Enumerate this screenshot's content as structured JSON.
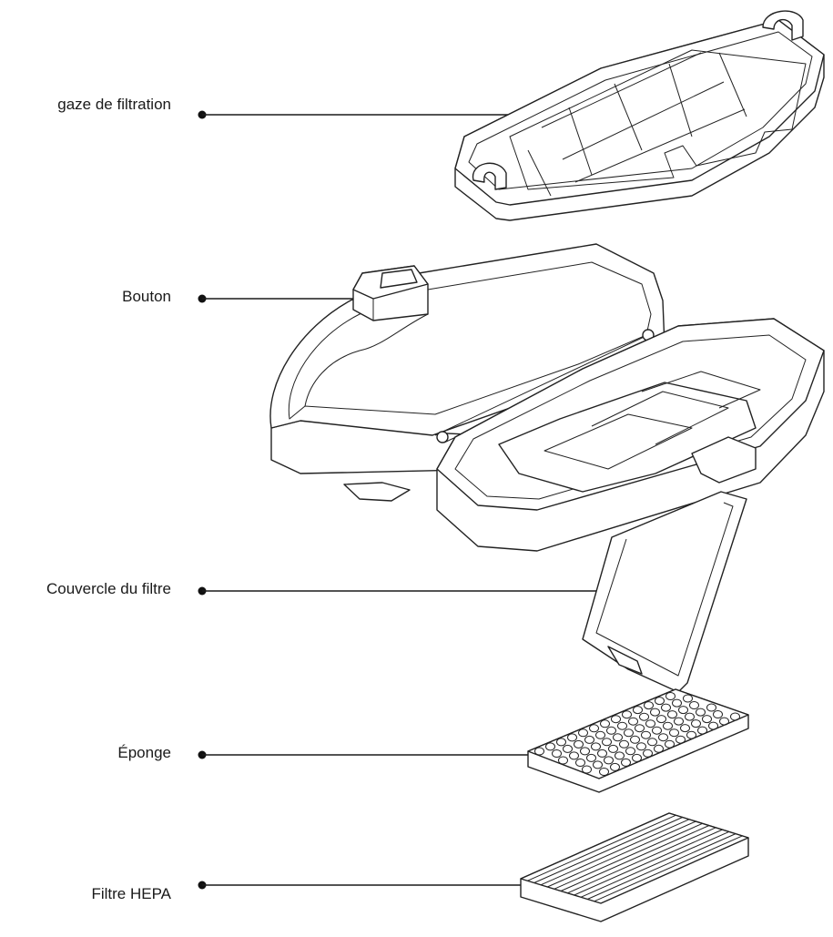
{
  "labels": {
    "filter_mesh": "gaze de filtration",
    "button": "Bouton",
    "filter_cover": "Couvercle du filtre",
    "sponge": "Éponge",
    "hepa_filter": "Filtre HEPA"
  },
  "colors": {
    "line": "#1a1a1a",
    "background": "#ffffff"
  }
}
